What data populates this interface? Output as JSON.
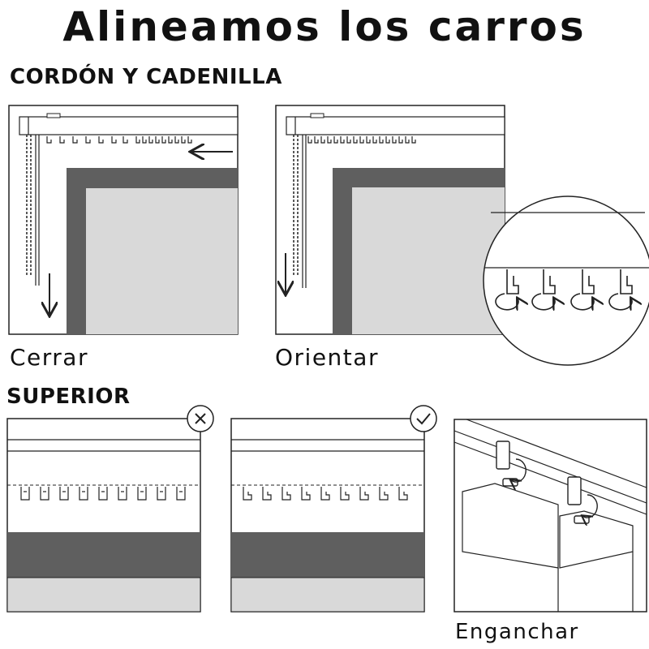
{
  "title": "Alineamos los carros",
  "sections": {
    "cord_chain": {
      "heading": "CORDÓN Y CADENILLA"
    },
    "top": {
      "heading": "SUPERIOR"
    }
  },
  "captions": {
    "close": "Cerrar",
    "orient": "Orientar",
    "hook": "Enganchar"
  },
  "colors": {
    "dark_panel": "#5f5f5f",
    "light_panel": "#d9d9d9",
    "line": "#222222"
  },
  "icons": {
    "wrong": "cross-icon",
    "correct": "check-icon"
  }
}
